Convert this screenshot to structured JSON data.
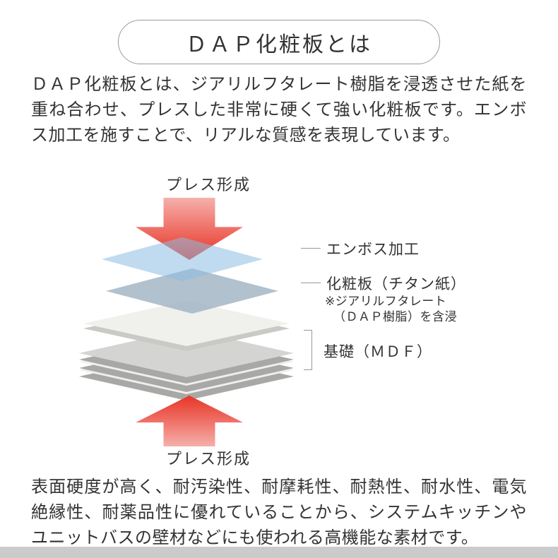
{
  "page": {
    "title": "ＤＡＰ化粧板とは",
    "intro": "ＤＡＰ化粧板とは、ジアリルフタレート樹脂を浸透させた紙を重ね合わせ、プレスした非常に硬くて強い化粧板です。エンボス加工を施すことで、リアルな質感を表現しています。",
    "outro": "表面硬度が高く、耐汚染性、耐摩耗性、耐熱性、耐水性、電気絶縁性、耐薬品性に優れていることから、システムキッチンやユニットバスの壁材などにも使われる高機能な素材です。"
  },
  "diagram": {
    "press_top": "プレス形成",
    "press_bottom": "プレス形成",
    "layer_labels": {
      "emboss": "エンボス加工",
      "decorative": "化粧板（チタン紙）",
      "decorative_note_line1": "※ジアリルフタレート",
      "decorative_note_line2": "（ＤＡＰ樹脂）を含浸",
      "base": "基礎（ＭＤＦ）"
    },
    "colors": {
      "arrow_red": "#e73527",
      "arrow_red_light": "#f5b0ab",
      "emboss_layer_blue": "#cfe3f2",
      "titanium_layer_blue_gray": "#c3d0da",
      "decorative_layer_white": "#f0f0ec",
      "mdf_layer_gray": "#d4d4d2",
      "mdf_edge_gray": "#a8a8a6",
      "connector_gray": "#999999",
      "text_color": "#333333",
      "bottom_strip_gray": "#cbcbcb"
    }
  }
}
